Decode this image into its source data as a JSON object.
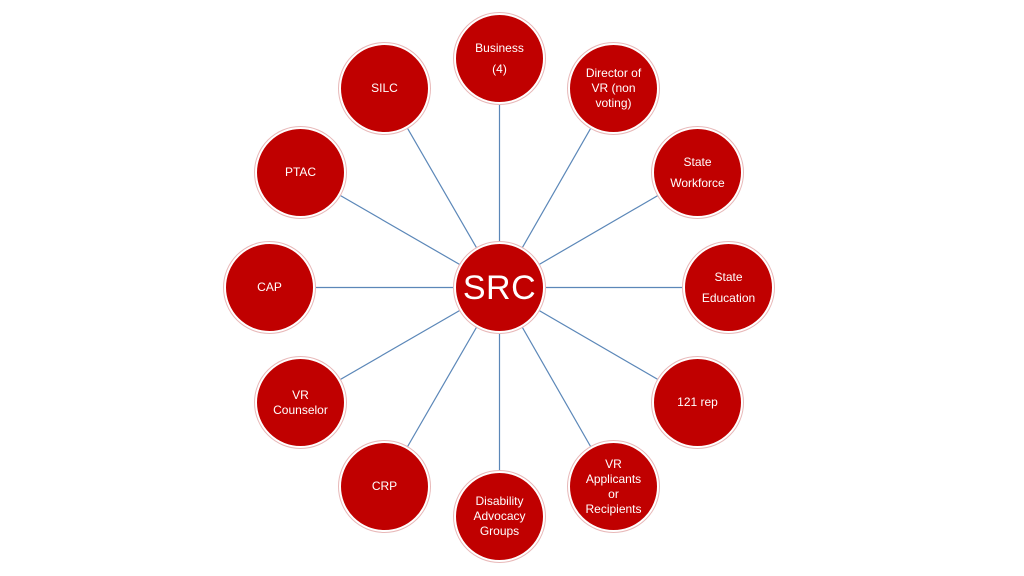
{
  "colors": {
    "node_fill": "#c00000",
    "node_text": "#ffffff",
    "connector": "#5b87b8"
  },
  "diagram": {
    "center": {
      "id": "src",
      "label": "SRC"
    },
    "nodes": [
      {
        "id": "business",
        "label": "Business\n(4)"
      },
      {
        "id": "director-of-vr",
        "label": "Director of\nVR (non\nvoting)"
      },
      {
        "id": "state-workforce",
        "label": "State\nWorkforce"
      },
      {
        "id": "state-education",
        "label": "State\nEducation"
      },
      {
        "id": "121-rep",
        "label": "121 rep"
      },
      {
        "id": "vr-applicants",
        "label": "VR\nApplicants\nor\nRecipients"
      },
      {
        "id": "disability-advocacy",
        "label": "Disability\nAdvocacy\nGroups"
      },
      {
        "id": "crp",
        "label": "CRP"
      },
      {
        "id": "vr-counselor",
        "label": "VR\nCounselor"
      },
      {
        "id": "cap",
        "label": "CAP"
      },
      {
        "id": "ptac",
        "label": "PTAC"
      },
      {
        "id": "silc",
        "label": "SILC"
      }
    ]
  }
}
